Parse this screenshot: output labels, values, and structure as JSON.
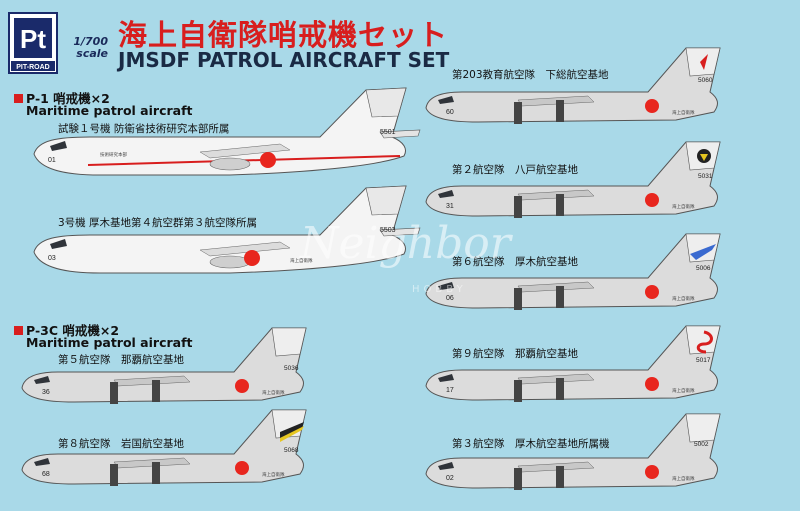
{
  "brand": {
    "name": "PIT-ROAD",
    "mark": "Pt"
  },
  "scale": {
    "ratio": "1/700",
    "word": "scale"
  },
  "title": {
    "jp": "海上自衛隊哨戒機セット",
    "en": "JMSDF PATROL AIRCRAFT SET"
  },
  "watermark": {
    "main": "Neighbor",
    "sub": "HOBBY"
  },
  "colors": {
    "background": "#a9d9e8",
    "title_red": "#d81e1e",
    "hinomaru": "#e8261e",
    "p1_body": "#f4f4f4",
    "p3c_body": "#dcdcdc"
  },
  "sections": [
    {
      "head": "P-1 哨戒機×2",
      "subtitle": "Maritime patrol aircraft"
    },
    {
      "head": "P-3C 哨戒機×2",
      "subtitle": "Maritime patrol aircraft"
    }
  ],
  "left_aircraft": [
    {
      "caption": "試験１号機 防衛省技術研究本部所属",
      "nose": "01",
      "tail": "5501",
      "type": "P-1",
      "fuselage_text": "技術研究本部"
    },
    {
      "caption": "3号機 厚木基地第４航空群第３航空隊所属",
      "nose": "03",
      "tail": "5503",
      "type": "P-1",
      "fuselage_text": "海上自衛隊"
    },
    {
      "caption": "第５航空隊　那覇航空基地",
      "nose": "36",
      "tail": "5036",
      "type": "P-3C",
      "fuselage_text": "海上自衛隊"
    },
    {
      "caption": "第８航空隊　岩国航空基地",
      "nose": "68",
      "tail": "5068",
      "type": "P-3C",
      "fuselage_text": "海上自衛隊"
    }
  ],
  "right_aircraft": [
    {
      "caption": "第203教育航空隊　下総航空基地",
      "nose": "60",
      "tail": "5060",
      "type": "P-3C",
      "fuselage_text": "海上自衛隊"
    },
    {
      "caption": "第２航空隊　八戸航空基地",
      "nose": "31",
      "tail": "5031",
      "type": "P-3C",
      "fuselage_text": "海上自衛隊"
    },
    {
      "caption": "第６航空隊　厚木航空基地",
      "nose": "06",
      "tail": "5006",
      "type": "P-3C",
      "fuselage_text": "海上自衛隊"
    },
    {
      "caption": "第９航空隊　那覇航空基地",
      "nose": "17",
      "tail": "5017",
      "type": "P-3C",
      "fuselage_text": "海上自衛隊"
    },
    {
      "caption": "第３航空隊　厚木航空基地所属機",
      "nose": "02",
      "tail": "5002",
      "type": "P-3C",
      "fuselage_text": "海上自衛隊"
    }
  ]
}
